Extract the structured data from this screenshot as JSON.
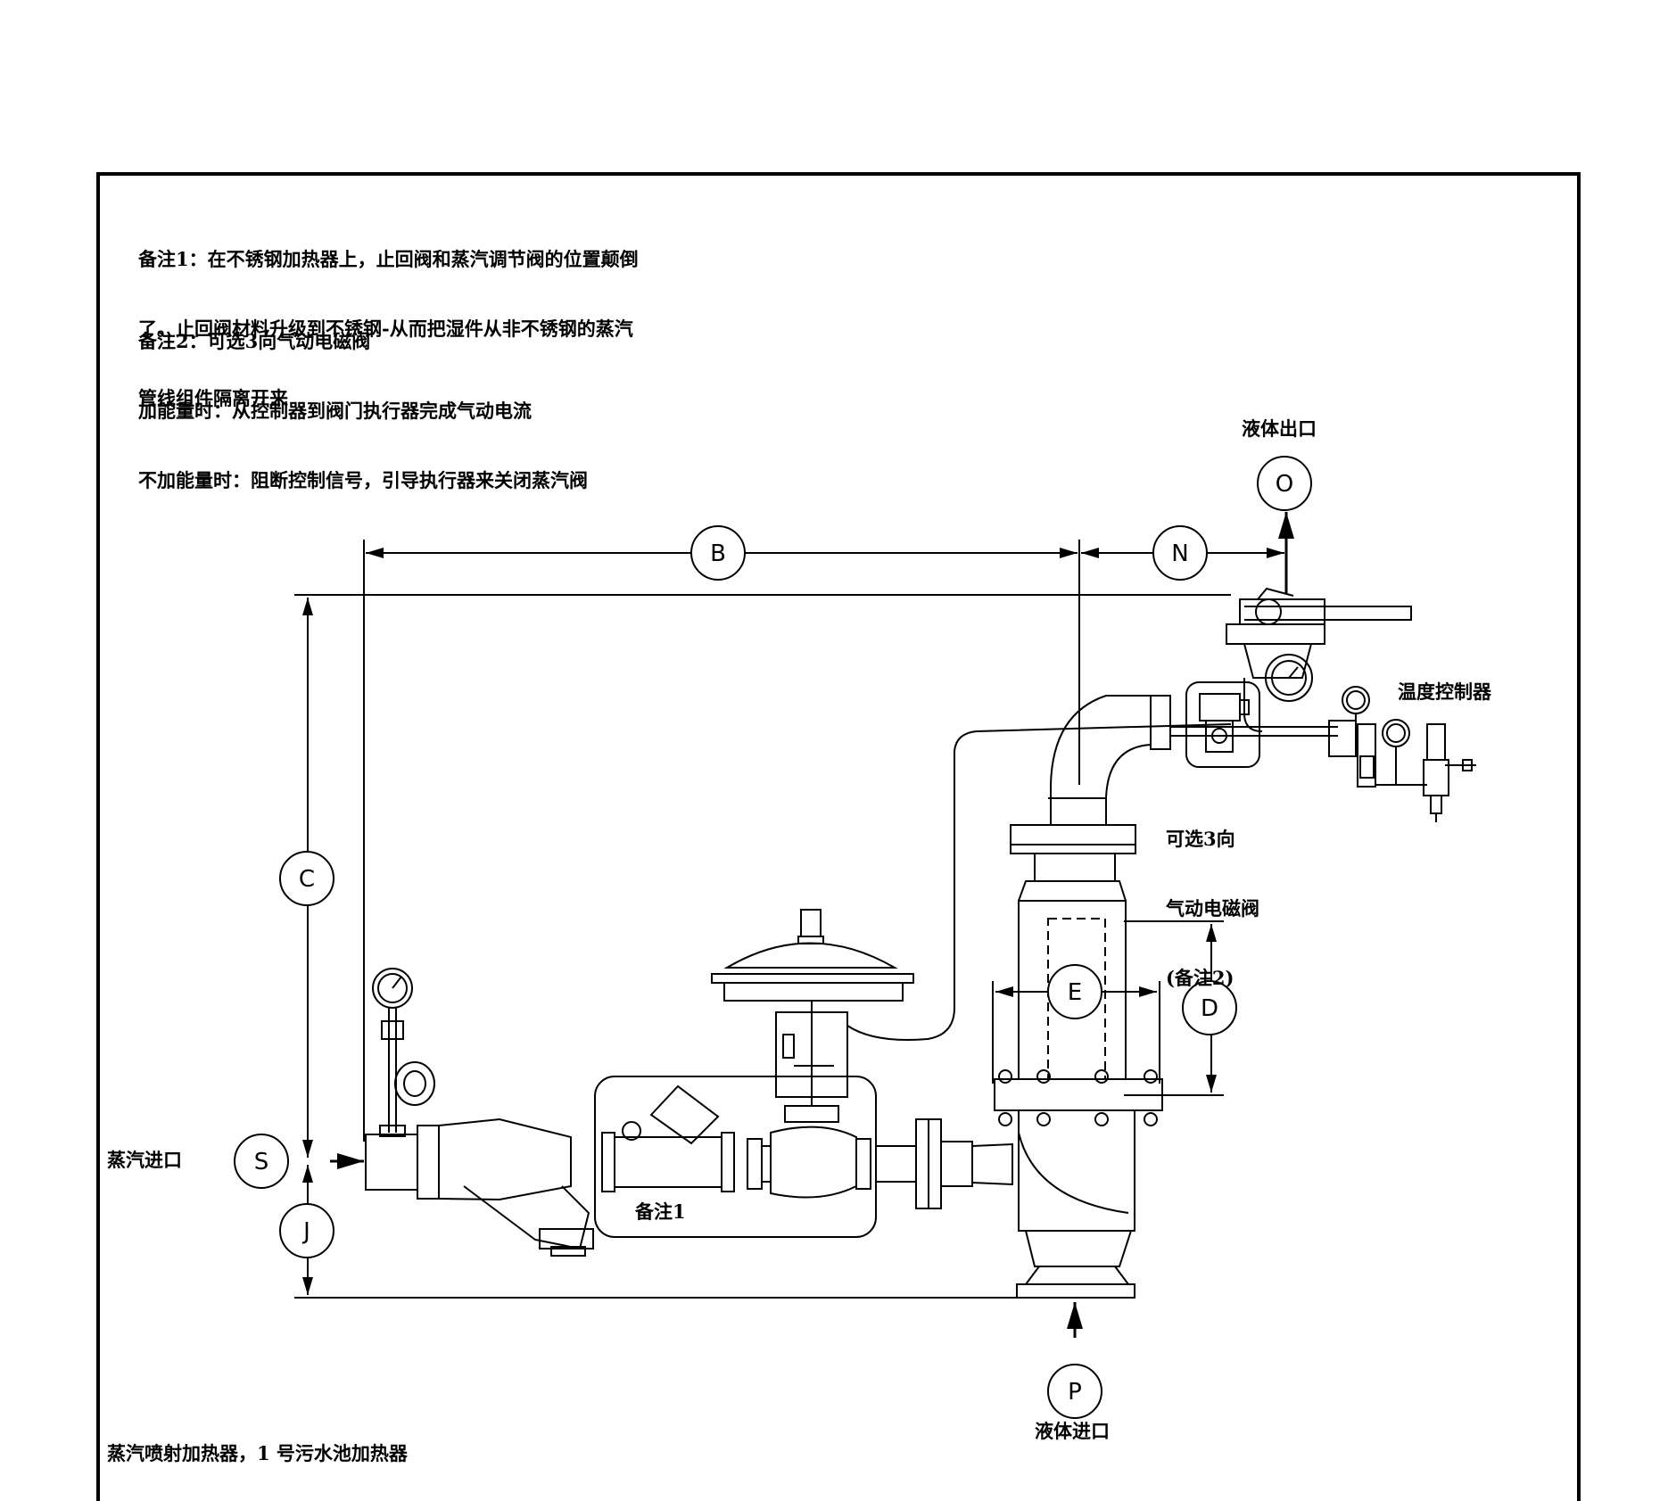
{
  "notes": {
    "note1_lines": [
      "备注1：在不锈钢加热器上，止回阀和蒸汽调节阀的位置颠倒",
      "了。止回阀材料升级到不锈钢-从而把湿件从非不锈钢的蒸汽",
      "管线组件隔离开来"
    ],
    "note2_lines": [
      "备注2：可选3向气动电磁阀",
      "加能量时：从控制器到阀门执行器完成气动电流",
      "不加能量时：阻断控制信号，引导执行器来关闭蒸汽阀"
    ]
  },
  "labels": {
    "liquid_outlet": "液体出口",
    "liquid_inlet": "液体进口",
    "steam_inlet": "蒸汽进口",
    "temp_controller": "温度控制器",
    "solenoid_line1": "可选3向",
    "solenoid_line2": "气动电磁阀",
    "solenoid_line3": "(备注2)",
    "note1_callout": "备注1",
    "caption": "蒸汽喷射加热器，1 号污水池加热器"
  },
  "dimensions": {
    "O": "O",
    "B": "B",
    "N": "N",
    "C": "C",
    "E": "E",
    "D": "D",
    "S": "S",
    "J": "J",
    "P": "P"
  }
}
